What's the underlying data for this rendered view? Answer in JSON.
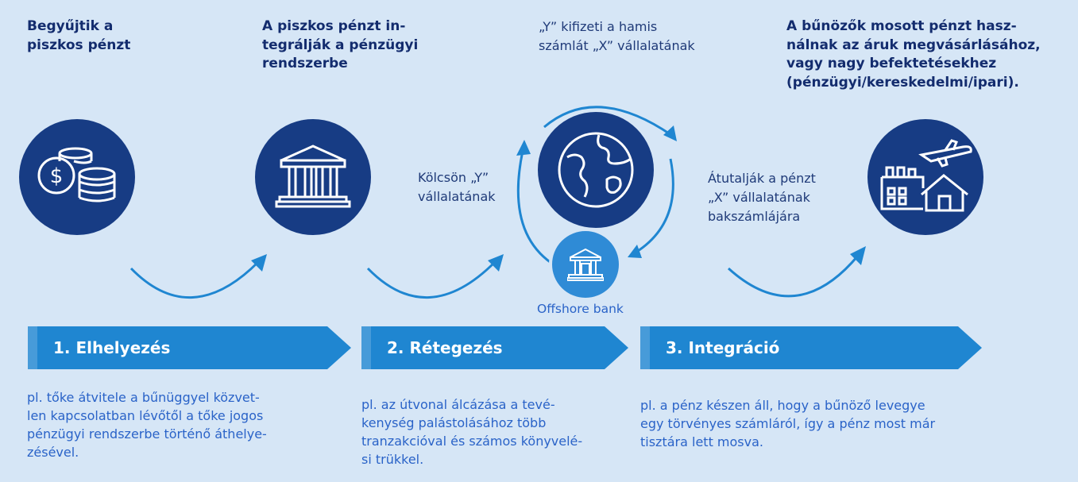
{
  "colors": {
    "background": "#d6e6f6",
    "navy": "#173c84",
    "banner_blue": "#1f86d1",
    "offshore_blue": "#2f8bd6",
    "arrow_blue": "#1f86d1"
  },
  "columns": [
    {
      "heading": "Begyűjtik a\npiszkos pénzt",
      "icon": "coins-dollar-icon"
    },
    {
      "heading": "A piszkos pénzt in-\ntegrálják a pénzügyi\nrendszerbe",
      "icon": "bank-building-icon"
    },
    {
      "heading": "„Y” kifizeti a hamis\nszámlát „X” vállalatának",
      "icon": "globe-icon"
    },
    {
      "heading": "A bűnözők mosott pénzt hasz-\nnálnak az áruk megvásárlásához,\nvagy nagy befektetésekhez\n(pénzügyi/kereskedelmi/ipari).",
      "icon": "factory-plane-house-icon"
    }
  ],
  "loan_text": "Kölcsön „Y”\nvállalatának",
  "transfer_text": "Átutalják a pénzt\n„X” vállalatának\nbakszámlájára",
  "offshore_label": "Offshore bank",
  "stages": [
    {
      "label": "1. Elhelyezés",
      "description": "pl. tőke átvitele a bűnüggyel közvet-\nlen kapcsolatban lévőtől a tőke jogos\npénzügyi rendszerbe történő áthelye-\nzésével."
    },
    {
      "label": "2. Rétegezés",
      "description": "pl. az útvonal álcázása a tevé-\nkenység palástolásához több\ntranzakcióval és számos könyvelé-\nsi trükkel."
    },
    {
      "label": "3. Integráció",
      "description": "pl. a pénz készen áll, hogy a bűnöző levegye\negy törvényes számláról, így a pénz most már\ntisztára lett mosva."
    }
  ]
}
